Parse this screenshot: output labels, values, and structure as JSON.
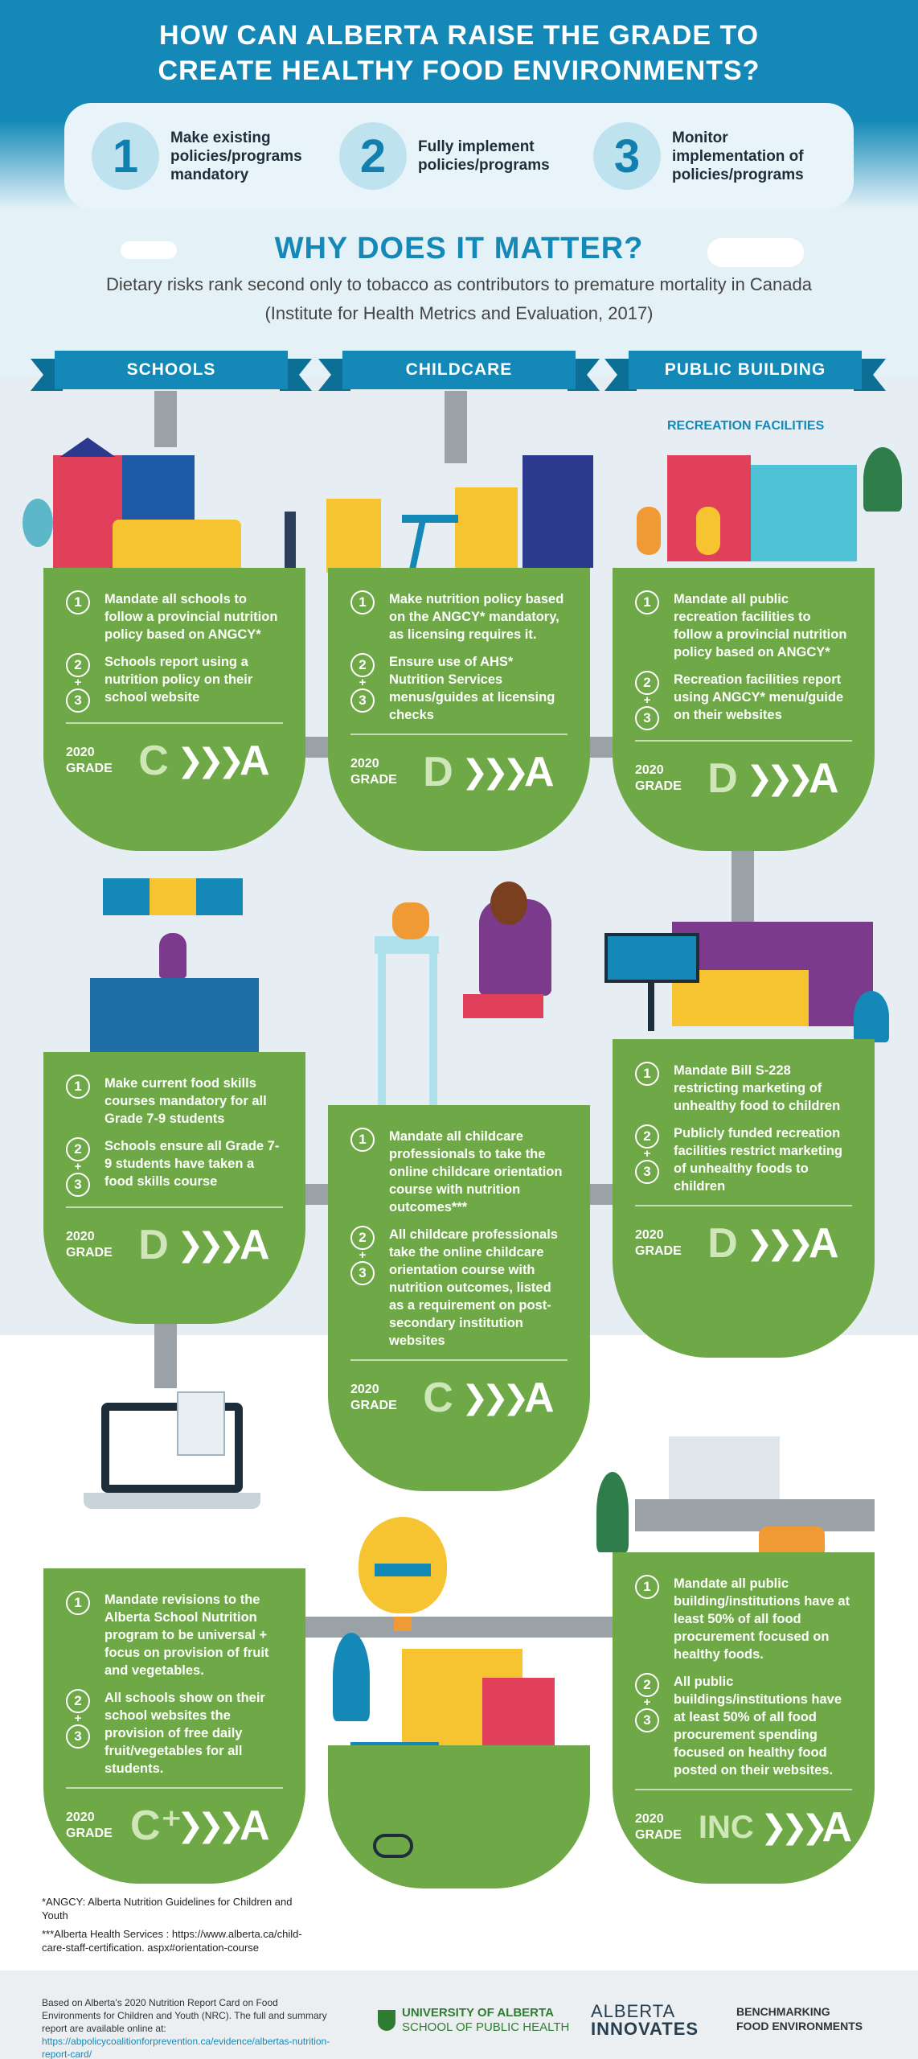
{
  "header": {
    "title_line1": "HOW CAN ALBERTA RAISE THE GRADE TO",
    "title_line2": "CREATE HEALTHY FOOD ENVIRONMENTS?",
    "steps": [
      {
        "number": "1",
        "text": "Make existing policies/programs mandatory"
      },
      {
        "number": "2",
        "text": "Fully implement policies/programs"
      },
      {
        "number": "3",
        "text": "Monitor implementation of policies/programs"
      }
    ],
    "why_title": "WHY DOES IT MATTER?",
    "why_text": "Dietary risks rank second only to tobacco as contributors to premature mortality in Canada (Institute for Health Metrics and Evaluation, 2017)"
  },
  "columns": {
    "schools": "SCHOOLS",
    "childcare": "CHILDCARE",
    "public_building": "PUBLIC BUILDING",
    "recreation_sub": "RECREATION FACILITIES"
  },
  "grade_label_line1": "2020",
  "grade_label_line2": "GRADE",
  "grade_arrows": "❯❯❯",
  "plus_sign": "+",
  "cards": {
    "schools_1": {
      "items": [
        {
          "badge": "1",
          "text": "Mandate all schools to follow a provincial nutrition policy based on ANGCY*"
        },
        {
          "badge": "2",
          "badge2": "3",
          "text": "Schools report using a nutrition policy on their school website"
        }
      ],
      "grade_from": "C",
      "grade_to": "A"
    },
    "childcare_1": {
      "items": [
        {
          "badge": "1",
          "text": "Make nutrition policy based on the ANGCY* mandatory, as licensing requires it."
        },
        {
          "badge": "2",
          "badge2": "3",
          "text": "Ensure use of AHS* Nutrition Services menus/guides at licensing checks"
        }
      ],
      "grade_from": "D",
      "grade_to": "A"
    },
    "rec_1": {
      "items": [
        {
          "badge": "1",
          "text": "Mandate all public recreation facilities to follow a provincial nutrition policy based on ANGCY*"
        },
        {
          "badge": "2",
          "badge2": "3",
          "text": "Recreation facilities report using ANGCY* menu/guide on their websites"
        }
      ],
      "grade_from": "D",
      "grade_to": "A"
    },
    "schools_2": {
      "items": [
        {
          "badge": "1",
          "text": "Make current food skills courses mandatory for all Grade 7-9 students"
        },
        {
          "badge": "2",
          "badge2": "3",
          "text": "Schools ensure all Grade 7-9 students have taken a food skills course"
        }
      ],
      "grade_from": "D",
      "grade_to": "A"
    },
    "childcare_2": {
      "items": [
        {
          "badge": "1",
          "text": "Mandate all childcare professionals to take the online childcare orientation course with nutrition outcomes***"
        },
        {
          "badge": "2",
          "badge2": "3",
          "text": "All childcare professionals take the online childcare orientation course with nutrition outcomes, listed as a requirement on post-secondary institution websites"
        }
      ],
      "grade_from": "C",
      "grade_to": "A"
    },
    "rec_2": {
      "items": [
        {
          "badge": "1",
          "text": "Mandate Bill S-228 restricting marketing of unhealthy food to children"
        },
        {
          "badge": "2",
          "badge2": "3",
          "text": "Publicly funded recreation facilities restrict marketing of unhealthy foods to children"
        }
      ],
      "grade_from": "D",
      "grade_to": "A"
    },
    "schools_3": {
      "items": [
        {
          "badge": "1",
          "text": "Mandate revisions to the Alberta School Nutrition program to be universal + focus on provision of fruit and vegetables."
        },
        {
          "badge": "2",
          "badge2": "3",
          "text": "All schools show on their school websites the provision of free daily fruit/vegetables for all students."
        }
      ],
      "grade_from": "C⁺",
      "grade_to": "A"
    },
    "public_3": {
      "items": [
        {
          "badge": "1",
          "text": "Mandate all public building/institutions have at least 50% of all food procurement focused on healthy foods."
        },
        {
          "badge": "2",
          "badge2": "3",
          "text": "All public buildings/institutions have at least 50% of all food procurement spending focused on healthy food posted on their websites."
        }
      ],
      "grade_from": "INC",
      "grade_to": "A"
    }
  },
  "footnotes": {
    "angcy": "*ANGCY: Alberta Nutrition Guidelines for Children and Youth",
    "ahs": "***Alberta Health Services : https://www.alberta.ca/child-care-staff-certification. aspx#orientation-course"
  },
  "footer": {
    "text": "Based on Alberta's 2020 Nutrition Report Card on Food Environments for Children and Youth (NRC). The full and summary report are available online at:",
    "link": "https://abpolicycoalitionforprevention.ca/evidence/albertas-nutrition-report-card/",
    "logo_ua_line1": "UNIVERSITY OF ALBERTA",
    "logo_ua_line2": "SCHOOL OF PUBLIC HEALTH",
    "logo_ai_line1": "ALBERTA",
    "logo_ai_line2": "INNOVATES",
    "logo_bfe_line1": "BENCHMARKING",
    "logo_bfe_line2": "FOOD ENVIRONMENTS"
  },
  "colors": {
    "brand_blue": "#1489b8",
    "card_green": "#6fa846",
    "road_grey": "#9aa2a8"
  }
}
